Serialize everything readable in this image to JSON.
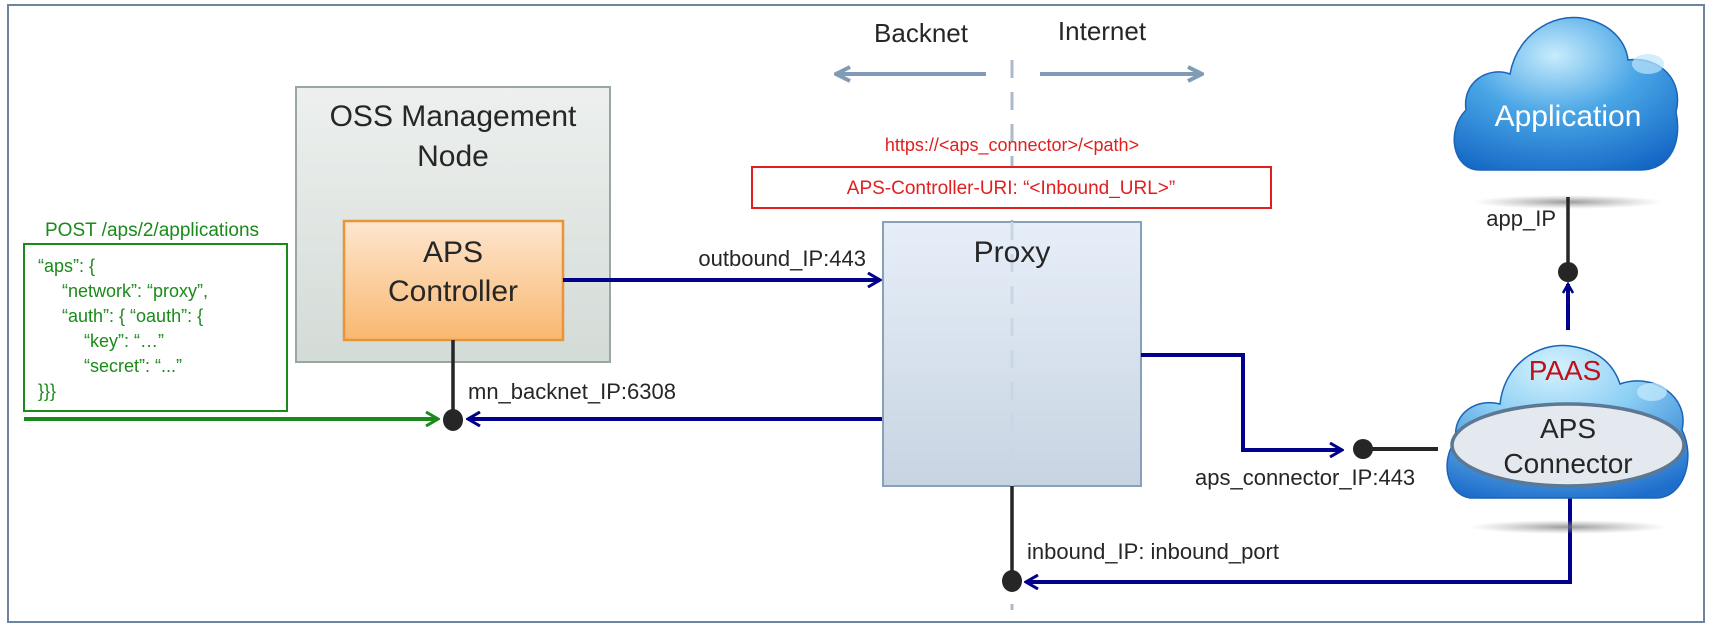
{
  "zones": {
    "backnet": "Backnet",
    "internet": "Internet"
  },
  "oss_node": {
    "title_line1": "OSS Management",
    "title_line2": "Node",
    "controller_line1": "APS",
    "controller_line2": "Controller"
  },
  "request": {
    "method_path": "POST /aps/2/applications",
    "body_lines": [
      "“aps”: {",
      "“network”: “proxy”,",
      "“auth”: { “oauth”: {",
      "“key”: “…”",
      "“secret”: “...”",
      "}}}"
    ]
  },
  "proxy": {
    "label": "Proxy",
    "connector_url": "https://<aps_connector>/<path>",
    "header": "APS-Controller-URI: “<Inbound_URL>”"
  },
  "endpoints": {
    "outbound": "outbound_IP:443",
    "mn_backnet": "mn_backnet_IP:6308",
    "aps_connector": "aps_connector_IP:443",
    "inbound": "inbound_IP: inbound_port",
    "app": "app_IP"
  },
  "clouds": {
    "application": "Application",
    "paas": "PAAS",
    "connector_line1": "APS",
    "connector_line2": "Connector"
  },
  "colors": {
    "link_blue": "#00008b",
    "request_green": "#1a8a1a",
    "header_red": "#e02020",
    "zone_arrow": "#7f9bb5",
    "controller_orange": "#f7b26b"
  }
}
